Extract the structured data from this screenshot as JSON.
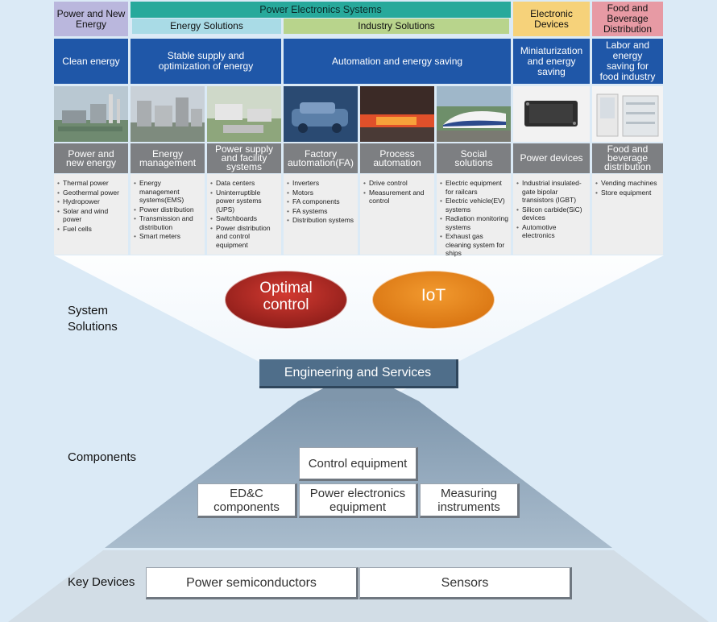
{
  "header": {
    "power_new_energy": "Power and New Energy",
    "power_electronics": "Power Electronics Systems",
    "energy_solutions": "Energy Solutions",
    "industry_solutions": "Industry Solutions",
    "electronic_devices": "Electronic Devices",
    "food_beverage": "Food and Beverage Distribution"
  },
  "themes": {
    "clean_energy": "Clean energy",
    "stable_supply": "Stable supply and optimization of energy",
    "automation": "Automation and energy saving",
    "miniaturization": "Miniaturization and energy saving",
    "labor_energy": "Labor and energy saving for food industry"
  },
  "columns": [
    {
      "category": "Power and new energy",
      "items": [
        "Thermal power",
        "Geothermal power",
        "Hydropower",
        "Solar and wind power",
        "Fuel cells"
      ]
    },
    {
      "category": "Energy management",
      "items": [
        "Energy management systems(EMS)",
        "Power distribution",
        "Transmission and distribution",
        "Smart meters"
      ]
    },
    {
      "category": "Power supply and facility systems",
      "items": [
        "Data centers",
        "Uninterruptible power systems (UPS)",
        "Switchboards",
        "Power distribution and control equipment"
      ]
    },
    {
      "category": "Factory automation(FA)",
      "items": [
        "Inverters",
        "Motors",
        "FA components",
        "FA systems",
        "Distribution systems"
      ]
    },
    {
      "category": "Process automation",
      "items": [
        "Drive control",
        "Measurement and control"
      ]
    },
    {
      "category": "Social solutions",
      "items": [
        "Electric equipment for railcars",
        "Electric vehicle(EV) systems",
        "Radiation monitoring systems",
        "Exhaust gas cleaning system for ships"
      ]
    },
    {
      "category": "Power devices",
      "items": [
        "Industrial insulated-gate bipolar transistors (IGBT)",
        "Silicon carbide(SiC) devices",
        "Automotive electronics"
      ]
    },
    {
      "category": "Food and beverage distribution",
      "items": [
        "Vending machines",
        "Store equipment"
      ]
    }
  ],
  "system_solutions": {
    "label": "System Solutions",
    "optimal_control": "Optimal control",
    "iot": "IoT",
    "engineering": "Engineering and Services"
  },
  "components": {
    "label": "Components",
    "control_equipment": "Control equipment",
    "edc": "ED&C components",
    "power_electronics_equipment": "Power electronics equipment",
    "measuring": "Measuring instruments"
  },
  "key_devices": {
    "label": "Key Devices",
    "power_semiconductors": "Power semiconductors",
    "sensors": "Sensors"
  },
  "colors": {
    "header_purple": "#bab7dd",
    "header_teal": "#27a99b",
    "header_lightblue": "#a9dbe6",
    "header_green": "#b8d48c",
    "header_yellow": "#f6d27a",
    "header_pink": "#e79aa4",
    "theme_blue": "#1f57a8",
    "category_gray": "#7d7f82",
    "optimal_red": "#b52b25",
    "iot_orange": "#e8861d",
    "engineering_slate": "#4f6e8a"
  }
}
